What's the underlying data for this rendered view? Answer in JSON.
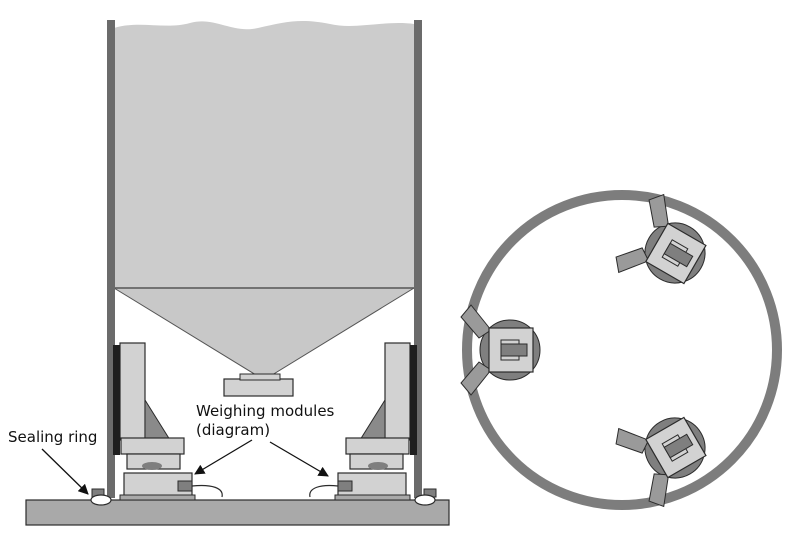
{
  "labels": {
    "sealing_ring": "Sealing ring",
    "weighing_modules_line1": "Weighing modules",
    "weighing_modules_line2": "(diagram)"
  },
  "colors": {
    "hopper_fill": "#cccccc",
    "cone_fill": "#c8c8c8",
    "wall": "#6b6b6b",
    "module_fill": "#d2d2d2",
    "module_dark": "#7f7f7f",
    "base_plate": "#a9a9a9",
    "rubber_pad": "#1e1e1e",
    "outline": "#2b2b2b",
    "ring": "#7d7d7d",
    "bracket": "#8a8a8a"
  }
}
